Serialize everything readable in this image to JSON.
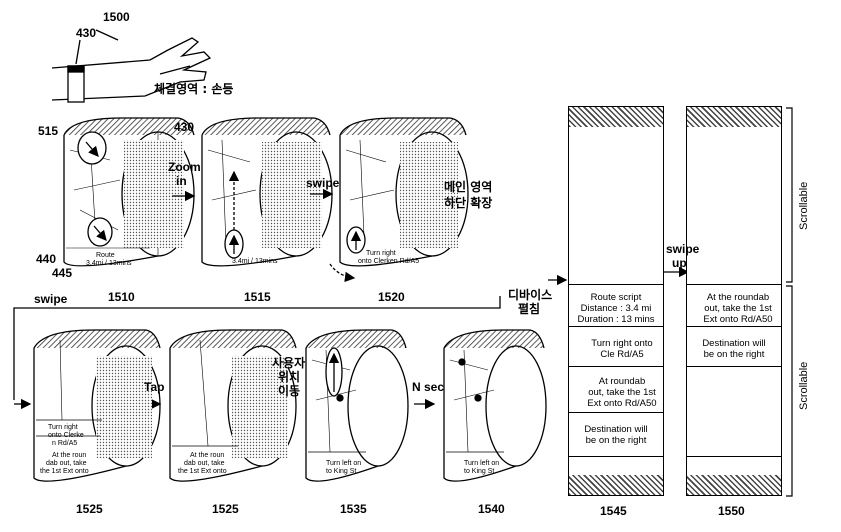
{
  "labels": {
    "fig_num": "1500",
    "watch_num": "430",
    "wear_area": "체결영역 : 손등",
    "ref_515": "515",
    "ref_430": "430",
    "ref_440": "440",
    "ref_445": "445",
    "zoom_in_1": "Zoom",
    "zoom_in_2": "in",
    "swipe_top": "swipe",
    "main_area_1": "메인 영역",
    "main_area_2": "하단 확장",
    "swipe_left": "swipe",
    "tap": "Tap",
    "user_move_1": "사용자",
    "user_move_2": "위치",
    "user_move_3": "이동",
    "n_sec": "N sec",
    "device_unfold_1": "디바이스",
    "device_unfold_2": "펼침",
    "swipe_up_1": "swipe",
    "swipe_up_2": "up",
    "scrollable_1": "Scrollable",
    "scrollable_2": "Scrollable"
  },
  "captions": {
    "c1510": "1510",
    "c1515": "1515",
    "c1520": "1520",
    "c1525a": "1525",
    "c1525b": "1525",
    "c1535": "1535",
    "c1540": "1540",
    "c1545": "1545",
    "c1550": "1550"
  },
  "band_texts": {
    "b1510_1": "Route",
    "b1510_2": "3.4mi / 13mins",
    "b1515": "3.4mi / 13mins",
    "b1520_1": "Turn right",
    "b1520_2": "onto Clerken Rd/A5",
    "b1525a_1": "Turn right",
    "b1525a_2": "onto Clerke",
    "b1525a_3": "n Rd/A5",
    "b1525a_4": "At the roun",
    "b1525a_5": "dab out, take",
    "b1525a_6": "the 1st Ext onto",
    "b1525b_1": "At the roun",
    "b1525b_2": "dab out, take",
    "b1525b_3": "the 1st Ext onto",
    "b1535_1": "Turn left on",
    "b1535_2": "to King St",
    "b1540_1": "Turn left on",
    "b1540_2": "to King St"
  },
  "panel_1545": {
    "route_1": "Route script",
    "route_2": "Distance : 3.4 mi",
    "route_3": "Duration : 13 mins",
    "turn_1": "Turn right onto",
    "turn_2": "Cle        Rd/A5",
    "round_1": "At    roundab",
    "round_2": "out, take    the 1st",
    "round_3": "Ext onto Rd/A50",
    "dest_1": "Destination will",
    "dest_2": "be on the right"
  },
  "panel_1550": {
    "round_1": "At the roundab",
    "round_2": "out, take  the 1st",
    "round_3": "Ext onto Rd/A50",
    "dest_1": "Destination will",
    "dest_2": "be on the right"
  }
}
